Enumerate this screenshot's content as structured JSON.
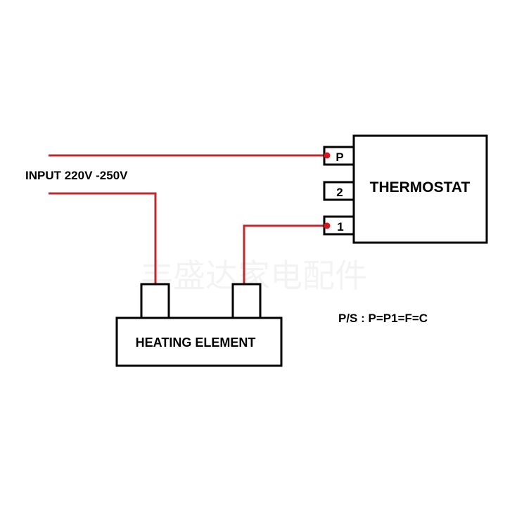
{
  "diagram": {
    "type": "wiring-diagram",
    "input_label": "INPUT 220V -250V",
    "thermostat": {
      "label": "THERMOSTAT",
      "terminals": [
        {
          "id": "P",
          "label": "P",
          "connected": true
        },
        {
          "id": "2",
          "label": "2",
          "connected": false
        },
        {
          "id": "1",
          "label": "1",
          "connected": true
        }
      ]
    },
    "heating_element": {
      "label": "HEATING ELEMENT",
      "posts": [
        "left-post",
        "right-post"
      ]
    },
    "note": "P/S : P=P1=F=C",
    "watermark": "丰盛达家电配件",
    "wires": [
      {
        "name": "input-line-to-P",
        "from": "input",
        "to": "thermostat.P"
      },
      {
        "name": "input-neutral-to-element",
        "from": "input",
        "to": "heating_element.left-post"
      },
      {
        "name": "element-to-terminal-1",
        "from": "heating_element.right-post",
        "to": "thermostat.1"
      }
    ],
    "colors": {
      "wire": "#c0282d",
      "outline": "#000000",
      "background": "#ffffff"
    }
  }
}
